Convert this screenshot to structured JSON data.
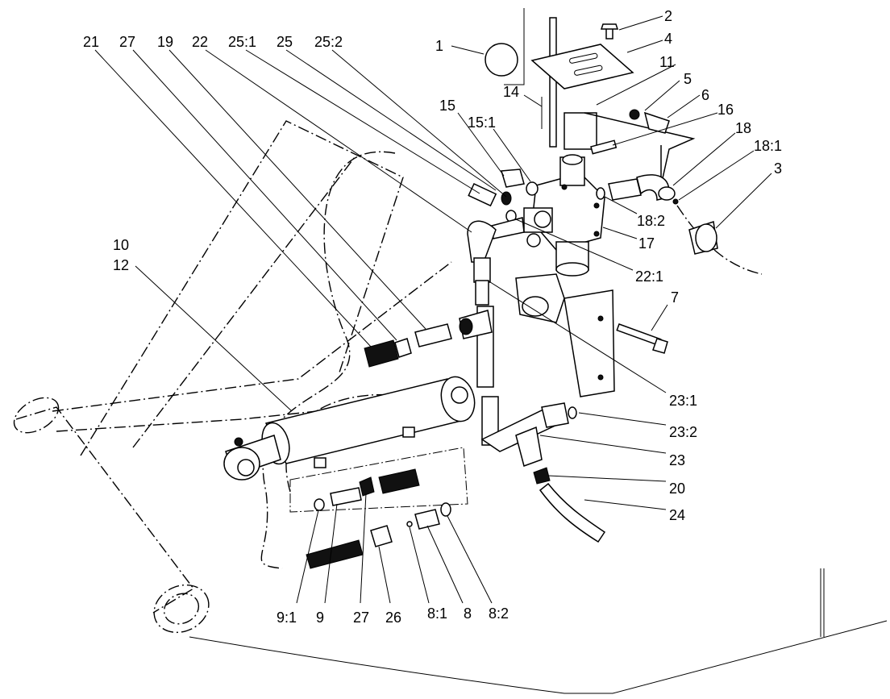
{
  "callouts": [
    {
      "id": "c21",
      "text": "21"
    },
    {
      "id": "c27t",
      "text": "27"
    },
    {
      "id": "c19",
      "text": "19"
    },
    {
      "id": "c22",
      "text": "22"
    },
    {
      "id": "c25_1",
      "text": "25:1"
    },
    {
      "id": "c25",
      "text": "25"
    },
    {
      "id": "c25_2",
      "text": "25:2"
    },
    {
      "id": "c1",
      "text": "1"
    },
    {
      "id": "c2",
      "text": "2"
    },
    {
      "id": "c4",
      "text": "4"
    },
    {
      "id": "c11",
      "text": "11"
    },
    {
      "id": "c5",
      "text": "5"
    },
    {
      "id": "c6",
      "text": "6"
    },
    {
      "id": "c14",
      "text": "14"
    },
    {
      "id": "c15",
      "text": "15"
    },
    {
      "id": "c15_1",
      "text": "15:1"
    },
    {
      "id": "c16",
      "text": "16"
    },
    {
      "id": "c18",
      "text": "18"
    },
    {
      "id": "c18_1",
      "text": "18:1"
    },
    {
      "id": "c3",
      "text": "3"
    },
    {
      "id": "c18_2",
      "text": "18:2"
    },
    {
      "id": "c17",
      "text": "17"
    },
    {
      "id": "c22_1",
      "text": "22:1"
    },
    {
      "id": "c10",
      "text": "10"
    },
    {
      "id": "c12",
      "text": "12"
    },
    {
      "id": "c7",
      "text": "7"
    },
    {
      "id": "c23_1",
      "text": "23:1"
    },
    {
      "id": "c23_2",
      "text": "23:2"
    },
    {
      "id": "c23",
      "text": "23"
    },
    {
      "id": "c20",
      "text": "20"
    },
    {
      "id": "c24",
      "text": "24"
    },
    {
      "id": "c9_1",
      "text": "9:1"
    },
    {
      "id": "c9",
      "text": "9"
    },
    {
      "id": "c27b",
      "text": "27"
    },
    {
      "id": "c26",
      "text": "26"
    },
    {
      "id": "c8_1",
      "text": "8:1"
    },
    {
      "id": "c8",
      "text": "8"
    },
    {
      "id": "c8_2",
      "text": "8:2"
    }
  ]
}
